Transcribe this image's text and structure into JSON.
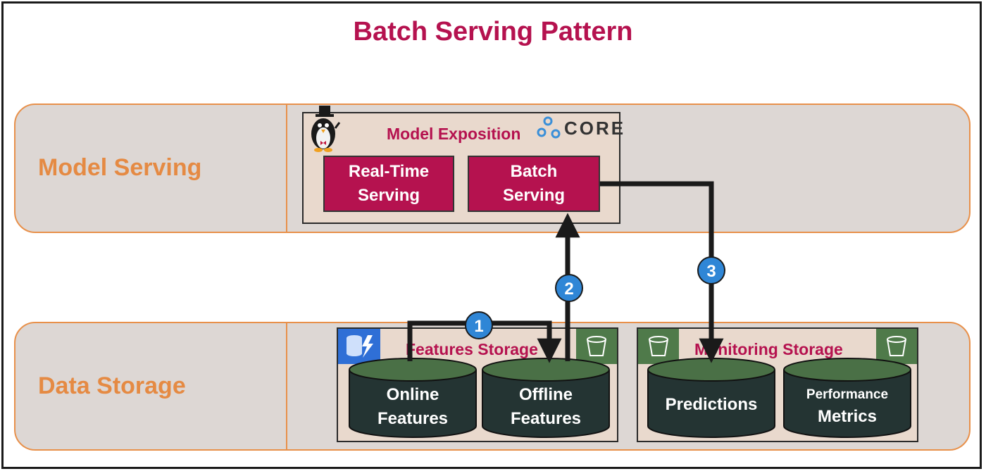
{
  "title": "Batch Serving Pattern",
  "lanes": {
    "model_serving": "Model Serving",
    "data_storage": "Data Storage"
  },
  "model_exposition": {
    "title": "Model Exposition",
    "brand": "CORE",
    "real_time": [
      "Real-Time",
      "Serving"
    ],
    "batch": [
      "Batch",
      "Serving"
    ]
  },
  "features_storage": {
    "title": "Features Storage",
    "online": [
      "Online",
      "Features"
    ],
    "offline": [
      "Offline",
      "Features"
    ]
  },
  "monitoring_storage": {
    "title": "Monitoring Storage",
    "predictions": "Predictions",
    "performance": [
      "Performance",
      "Metrics"
    ]
  },
  "steps": [
    "1",
    "2",
    "3"
  ],
  "colors": {
    "accent": "#b5124f",
    "lane_border": "#e8904a",
    "step": "#2f86d6",
    "cylinder": "#243433"
  }
}
